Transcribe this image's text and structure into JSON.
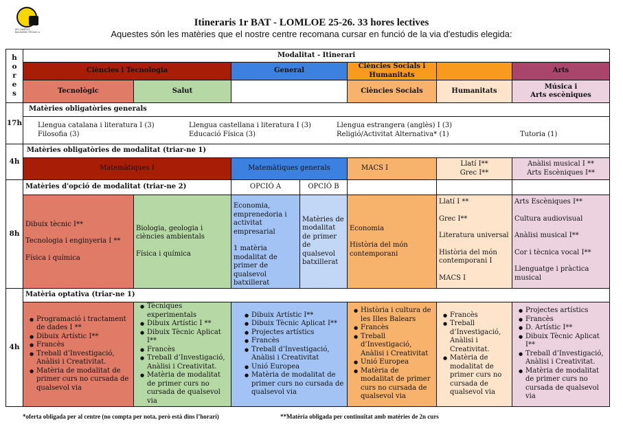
{
  "header": {
    "title": "Itineraris 1r BAT - LOMLOE 25-26. 33 hores lectives",
    "subtitle": "Aquestes són les matèries que el nostre centre recomana cursar en funció de la via d'estudis elegida:"
  },
  "hores_label": [
    "h",
    "o",
    "r",
    "e",
    "s"
  ],
  "modalitat_label": "Modalitat - Itinerari",
  "modalitats": {
    "ciencies": "Ciències i Tecnologia",
    "general": "General",
    "socials": "Ciències Socials i Humanitats",
    "arts": "Arts"
  },
  "itineraris": {
    "tecnologic": "Tecnològic",
    "salut": "Salut",
    "general": "",
    "socials": "Ciències Socials",
    "humanitats": "Humanitats",
    "musica": [
      "Música i",
      "Arts escèniques"
    ]
  },
  "obligatories": {
    "hours": "17h",
    "heading": "Matèries obligatòries generals",
    "row1": [
      "Llengua catalana i literatura I (3)",
      "Llengua castellana i literatura I (3)",
      "Llengua estrangera (anglès) I (3)",
      ""
    ],
    "row2": [
      "Filosofia (3)",
      "Educació Física (3)",
      "Religió/Activitat Alternativa* (1)",
      "Tutoria (1)"
    ]
  },
  "modalitat": {
    "hours": "4h",
    "heading": "Matèries obligatòries  de modalitat (triar-ne 1)",
    "ciencies": "Matemàtiques I",
    "general": "Matemàtiques generals",
    "socials": "MACS I",
    "humanitats": [
      "Llatí I**",
      "Grec I**"
    ],
    "arts": [
      "Anàlisi musical I **",
      "Arts Escèniques I**"
    ]
  },
  "opcio": {
    "hours": "8h",
    "heading": "Matèries d'opció de modalitat (triar-ne 2)",
    "opcio_a": "OPCIÓ A",
    "opcio_b": "OPCIÓ B",
    "tecnologic": [
      "Dibuix tècnic I**",
      "Tecnologia i enginyeria I **",
      "Física i química"
    ],
    "salut": [
      "Biologia, geologia i ciències ambientals",
      "Física i química"
    ],
    "general_a": [
      "Economia, emprenedoria i activitat empresarial",
      "1 matèria modalitat de primer de qualsevol batxillerat"
    ],
    "general_b": "Matèries de modalitat de primer de qualsevol batxillerat",
    "socials": [
      "Economia",
      "Història  del món contemporani"
    ],
    "humanitats": [
      "Llatí I **",
      "Grec I**",
      "Literatura universal",
      "Història del món contemporani  I",
      "MACS I"
    ],
    "arts": [
      "Arts Escèniques I**",
      "Cultura audiovisual",
      "Anàlisi musical I**",
      "Cor i tècnica vocal I**",
      "Llenguatge i pràctica musical"
    ]
  },
  "optativa": {
    "hours": "4h",
    "heading": "Matèria optativa (triar-ne 1)",
    "tecnologic": [
      "Programació i tractament de dades I **",
      "Dibuix Artístic I**",
      "Francès",
      "Treball d’Investigació, Anàlisi i Creativitat.",
      "Matèria de modalitat de primer curs no cursada de qualsevol via"
    ],
    "salut": [
      "Tècniques experimentals",
      "Dibuix Artístic I **",
      "Dibuix Tècnic Aplicat I**",
      "Francès",
      "Treball d’Investigació, Anàlisi i Creativitat.",
      "Matèria de modalitat de primer curs no cursada de qualsevol via"
    ],
    "general": [
      "Dibuix Artístic I**",
      "Dibuix Tècnic Aplicat I**",
      "Projectes artístics",
      "Francès",
      "Treball d’Investigació, Anàlisi i Creativitat",
      "Unió Europea",
      "Matèria de modalitat de primer curs no cursada de qualsevol via"
    ],
    "socials": [
      "Història i cultura de les Illes Balears",
      "Francès",
      "Treball d’Investigació, Anàlisi i Creativitat",
      "Unió Europea",
      "Matèria de modalitat de primer curs no cursada de qualsevol via"
    ],
    "humanitats": [
      "Francès",
      "Treball d’Investigació, Anàlisi i Creativitat.",
      "Matèria de modalitat de primer curs no cursada de qualsevol via"
    ],
    "arts": [
      "Projectes artístics",
      "Francès",
      "D. Artístic I**",
      "Dibuix Tècnic Aplicat I**",
      "Treball d’Investigació, Anàlisi i Creativitat.",
      "Matèria de modalitat de primer curs no cursada de qualsevol via"
    ]
  },
  "footer": {
    "note1": "*oferta obligada per al centre (no compta per nota, però està dins l’horari)",
    "note2": "**Matèria obligada per continuïtat amb matèries de 2n curs"
  },
  "colors": {
    "ciencies": "#a81d06",
    "general": "#3d81e0",
    "socials": "#f89a1e",
    "arts": "#a9456a",
    "tecnologic": "#e07b68",
    "salut": "#b5d8a4",
    "socials_light": "#f7b26b",
    "humanitats": "#fde4cb",
    "musica": "#ecd2de",
    "general_light": "#a2c3f3"
  }
}
